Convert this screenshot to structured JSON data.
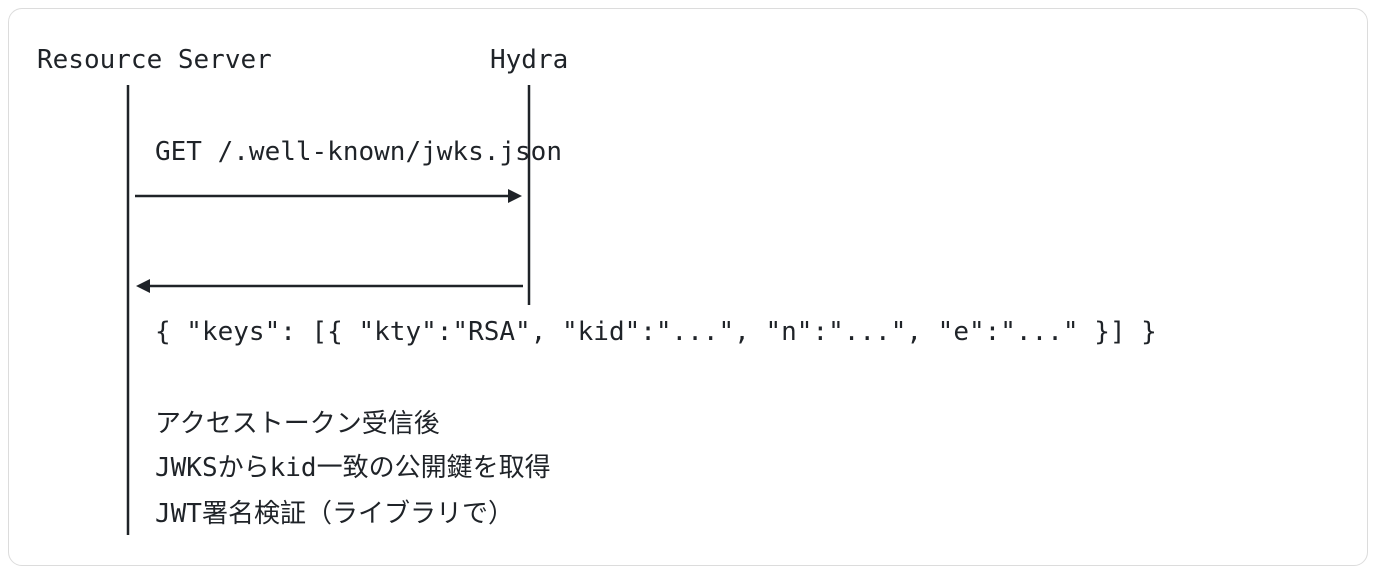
{
  "participants": {
    "left": "Resource Server",
    "right": "Hydra"
  },
  "request": "GET /.well-known/jwks.json",
  "response": "{ \"keys\": [{ \"kty\":\"RSA\", \"kid\":\"...\", \"n\":\"...\", \"e\":\"...\" }] }",
  "notes": [
    "アクセストークン受信後",
    "JWKSからkid一致の公開鍵を取得",
    "JWT署名検証（ライブラリで）"
  ]
}
